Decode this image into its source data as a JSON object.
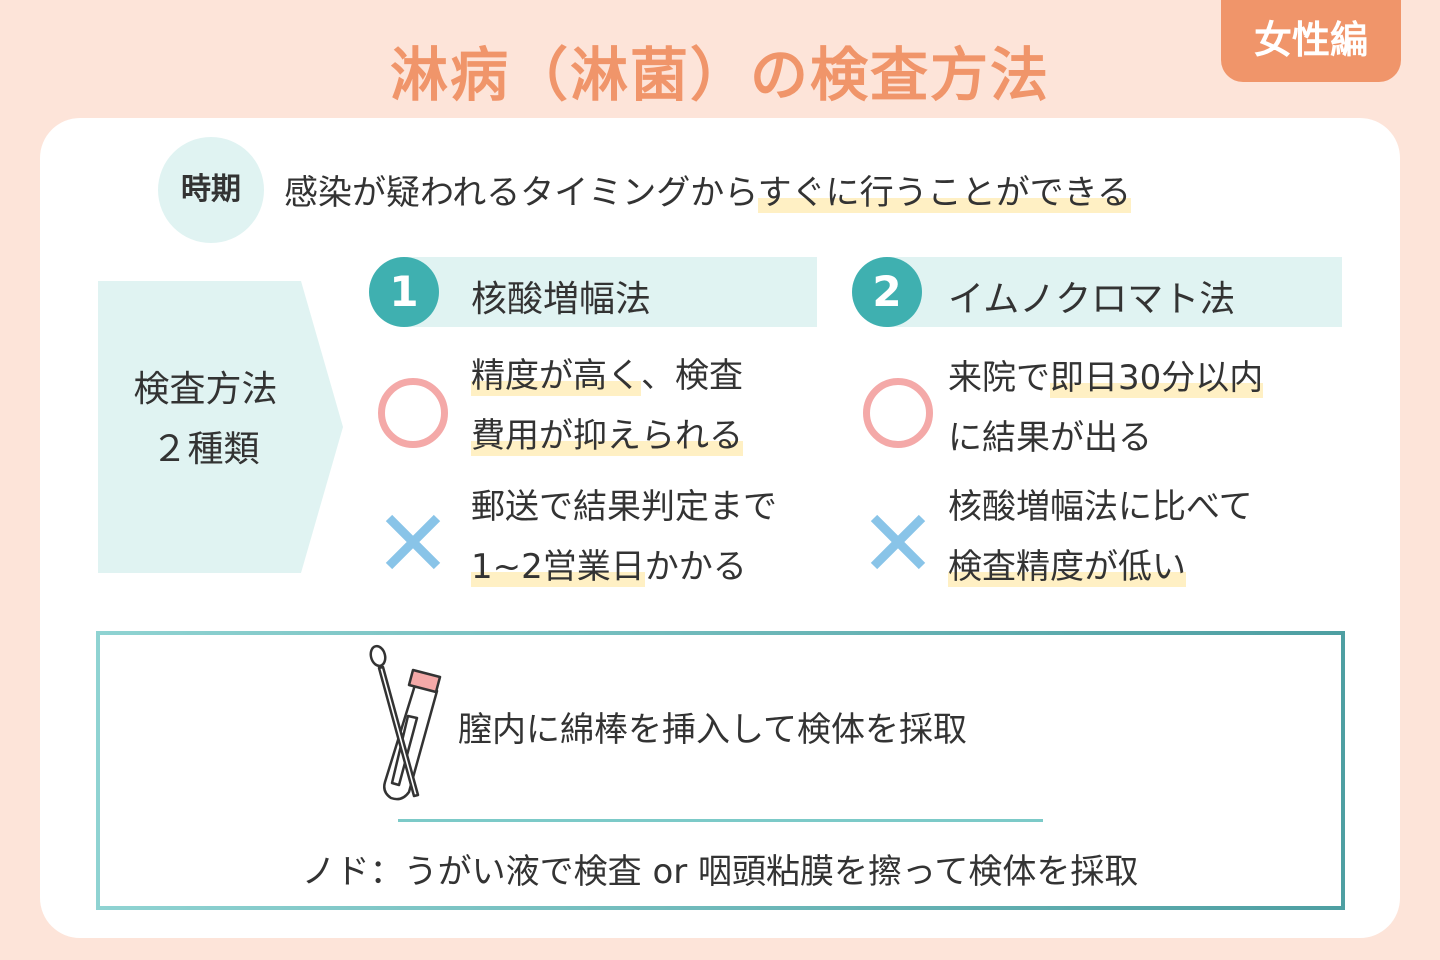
{
  "title": "淋病（淋菌）の検査方法",
  "badge": "女性編",
  "timing": {
    "label": "時期",
    "text_plain": "感染が疑われるタイミングから",
    "text_highlight": "すぐに行うことができる"
  },
  "methods_label": {
    "line1": "検査方法",
    "line2": "２種類"
  },
  "methods": [
    {
      "number": "1",
      "name": "核酸増幅法",
      "pro": {
        "l1_hl": "精度が高く",
        "l1_plain": "、検査",
        "l2_hl": "費用が抑えられる"
      },
      "con": {
        "l1_plain": "郵送で結果判定まで",
        "l2_hl": "1~2営業日",
        "l2_plain": "かかる"
      }
    },
    {
      "number": "2",
      "name": "イムノクロマト法",
      "pro": {
        "l1_plain": "来院で",
        "l1_hl": "即日30分以内",
        "l2_plain": "に結果が出る"
      },
      "con": {
        "l1_plain": "核酸増幅法に比べて",
        "l2_hl": "検査精度が低い"
      }
    }
  ],
  "sampling": {
    "main": "膣内に綿棒を挿入して検体を採取",
    "throat": "ノド：うがい液で検査 or 咽頭粘膜を擦って検体を採取"
  },
  "colors": {
    "bg": "#fde4d9",
    "accent": "#f0956a",
    "teal": "#3fb0b0",
    "light_teal": "#e0f3f2",
    "highlight": "#fff0c4",
    "pro": "#f4a9a8",
    "con": "#89c4e8"
  }
}
